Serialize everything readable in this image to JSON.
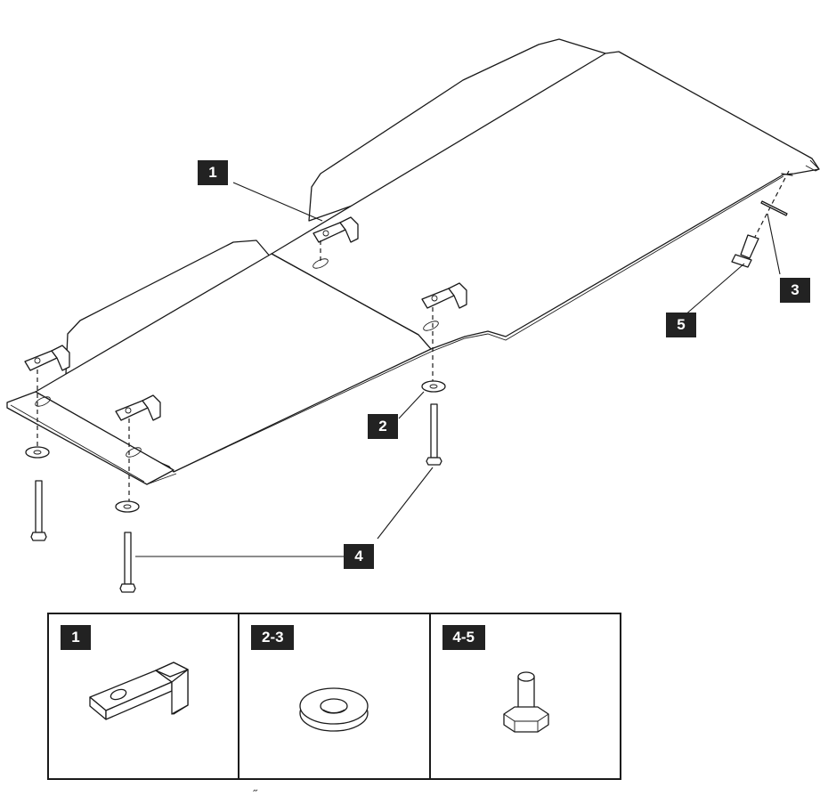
{
  "callouts": {
    "part_1": "1",
    "part_2": "2",
    "part_3": "3",
    "part_4": "4",
    "part_5": "5"
  },
  "legend": {
    "panels": [
      {
        "tag": "1",
        "icon": "bracket-icon"
      },
      {
        "tag": "2-3",
        "icon": "washer-icon"
      },
      {
        "tag": "4-5",
        "icon": "bolt-icon"
      }
    ]
  },
  "footer_mark": "˝"
}
